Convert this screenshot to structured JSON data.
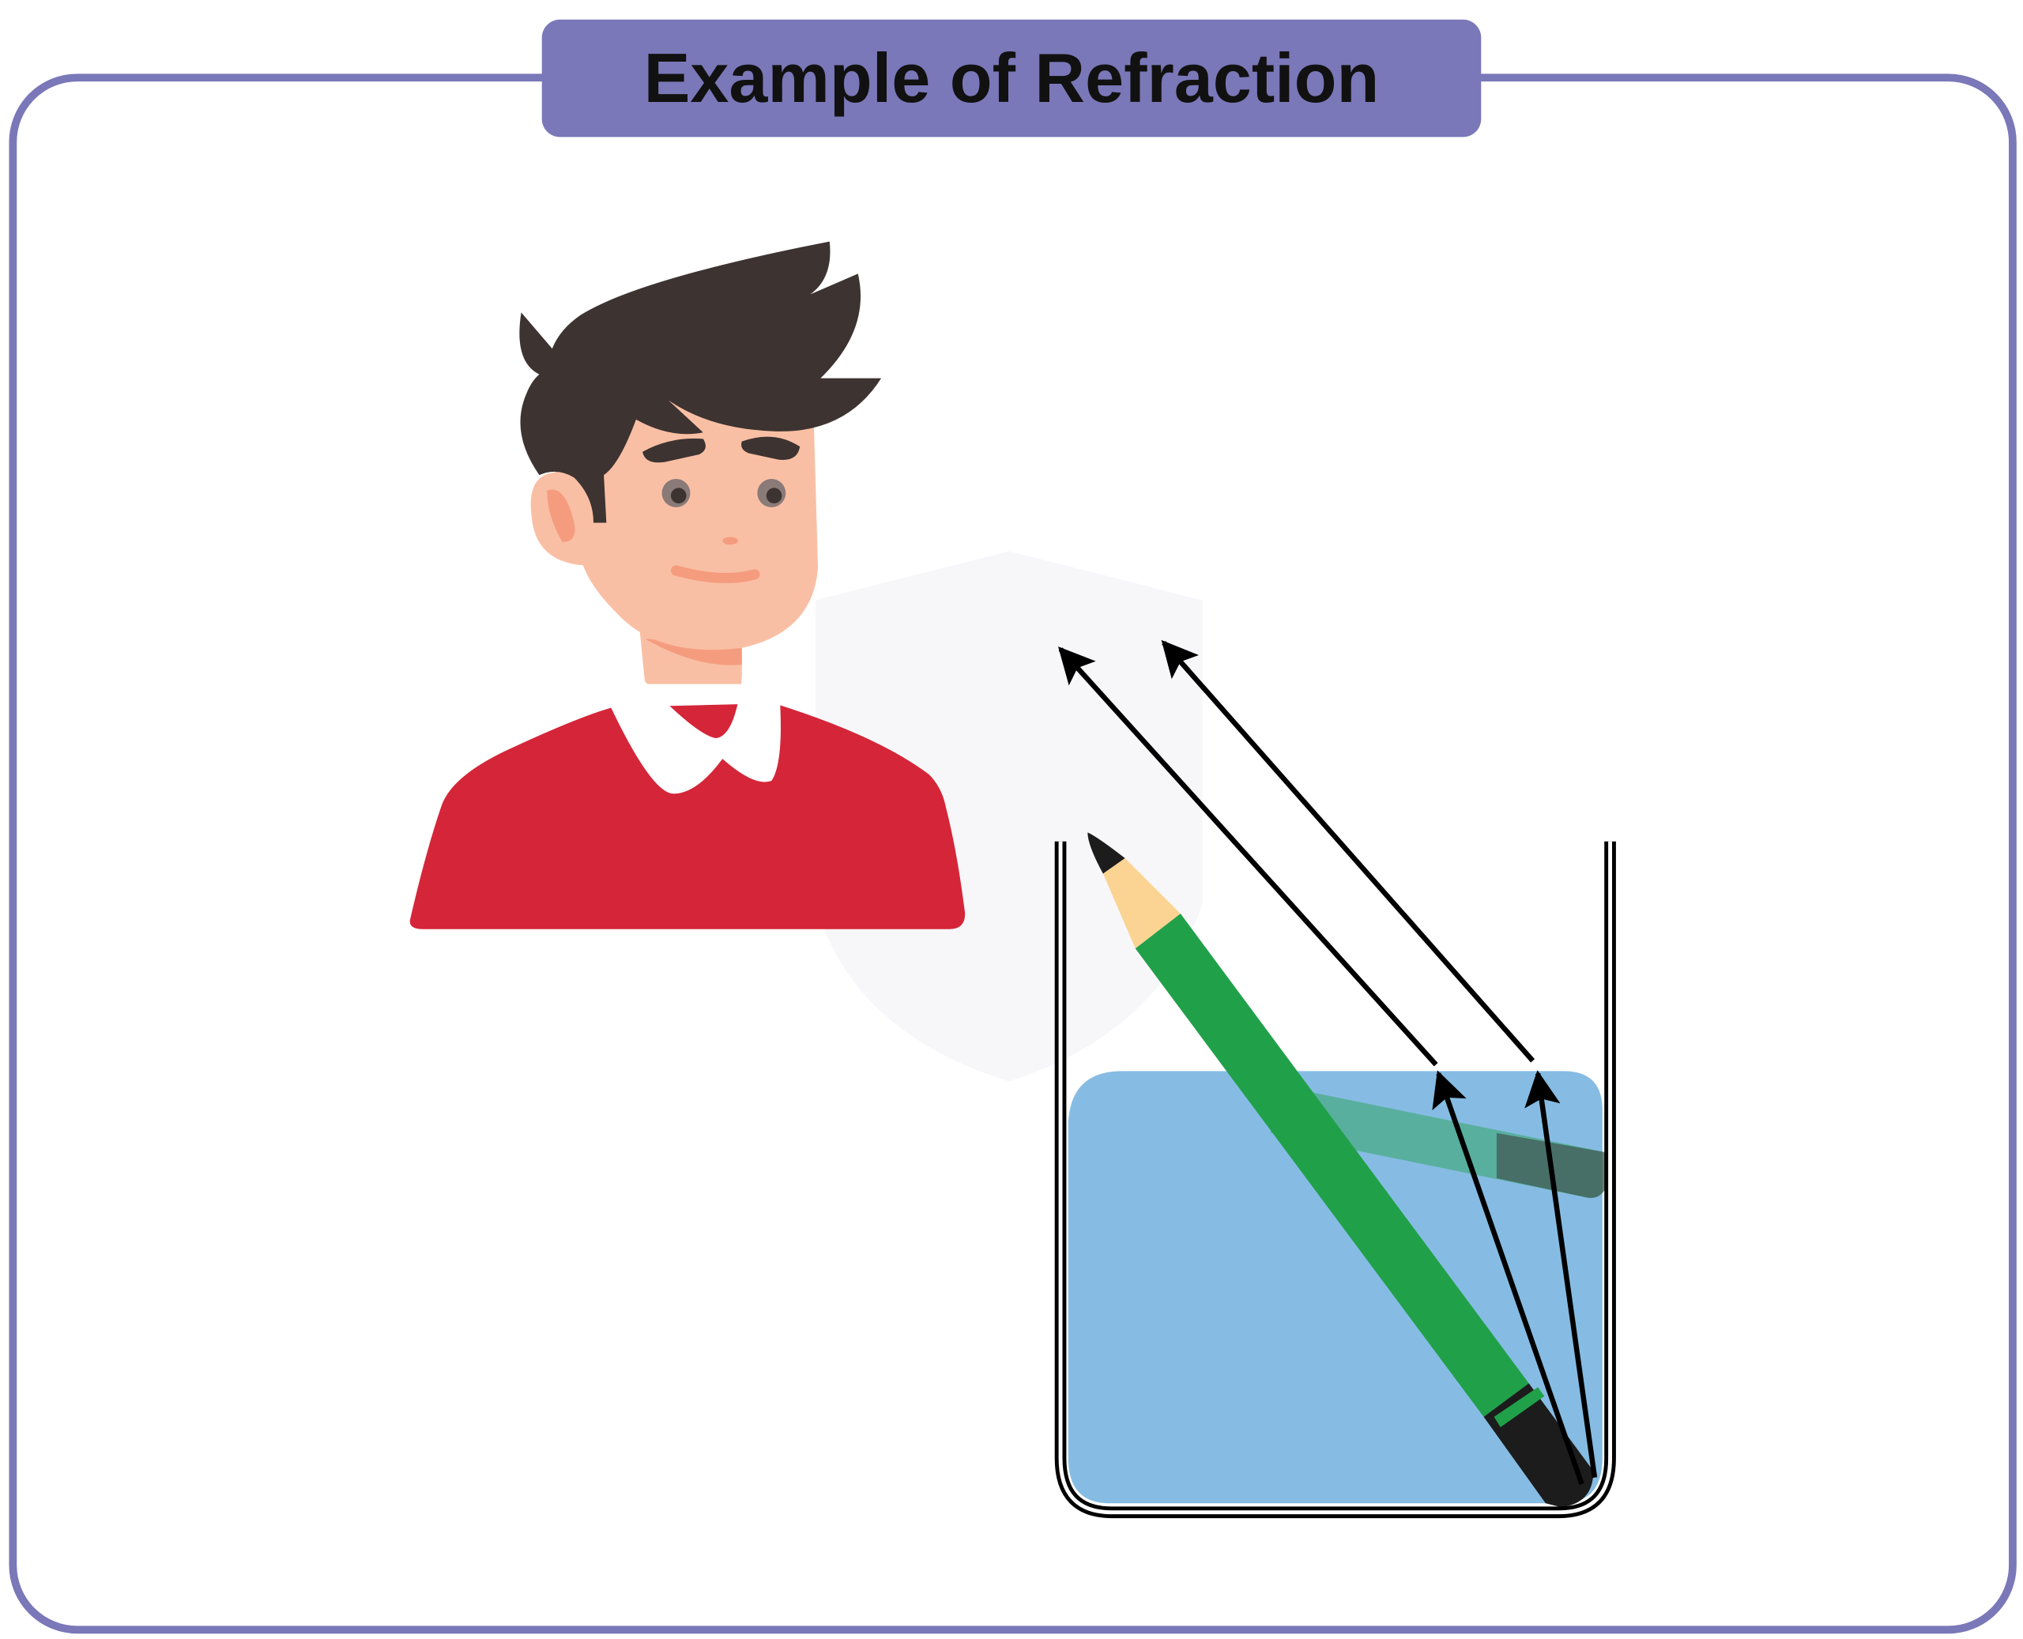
{
  "title": "Example of Refraction",
  "colors": {
    "frame": "#7a78b8",
    "water": "#86bce3",
    "pencil_body": "#21a04a",
    "pencil_wood": "#fbd493",
    "hair": "#3d3331",
    "skin": "#f9bfa4",
    "shirt": "#d42638"
  },
  "icons": [
    "person-observer",
    "beaker-with-water",
    "pencil",
    "light-ray-arrows"
  ]
}
